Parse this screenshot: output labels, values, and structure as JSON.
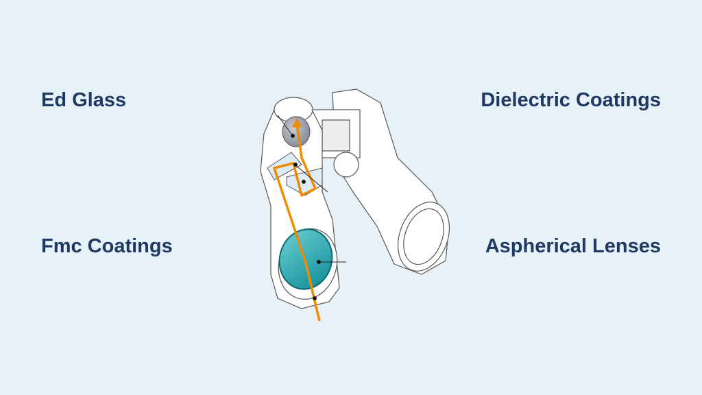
{
  "labels": {
    "top_left": "Ed Glass",
    "top_right": "Dielectric Coatings",
    "bottom_left": "Fmc Coatings",
    "bottom_right": "Aspherical Lenses"
  },
  "colors": {
    "background": "#e7f2f8",
    "text": "#1e3a62",
    "light_path": "#f08a00",
    "objective_lens": "#1a9aa5"
  }
}
